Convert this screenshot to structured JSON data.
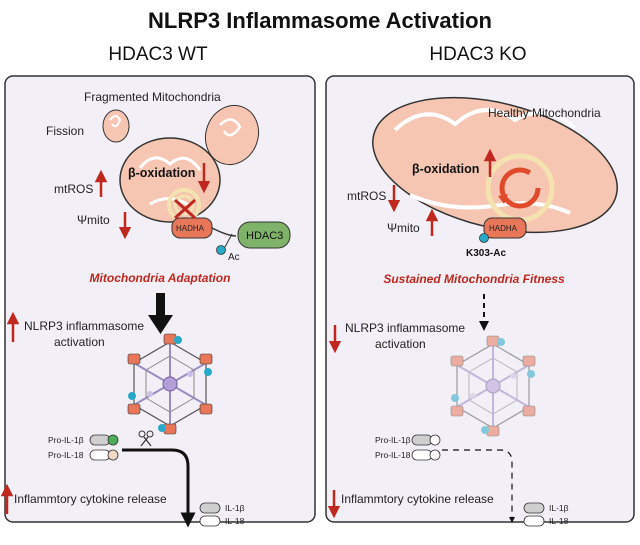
{
  "title": "NLRP3 Inflammasome Activation",
  "wt": {
    "heading": "HDAC3 WT",
    "fragmented": "Fragmented Mitochondria",
    "fission": "Fission",
    "beta_ox": "β-oxidation",
    "mtros": "mtROS",
    "psi": "Ψmito",
    "hadha": "HADHA",
    "hdac3": "HDAC3",
    "ac": "Ac",
    "adaptation": "Mitochondria Adaptation",
    "nlrp3_line1": "NLRP3 inflammasome",
    "nlrp3_line2": "activation",
    "pro_il1b": "Pro-IL-1β",
    "pro_il18": "Pro-IL-18",
    "cytokine": "Inflammtory cytokine release",
    "il1b": "IL-1β",
    "il18": "IL-18"
  },
  "ko": {
    "heading": "HDAC3 KO",
    "healthy": "Healthy Mitochondria",
    "beta_ox": "β-oxidation",
    "mtros": "mtROS",
    "psi": "Ψmito",
    "hadha": "HADHA",
    "k303": "K303-Ac",
    "fitness": "Sustained Mitochondria Fitness",
    "nlrp3_line1": "NLRP3 inflammasome",
    "nlrp3_line2": "activation",
    "pro_il1b": "Pro-IL-1β",
    "pro_il18": "Pro-IL-18",
    "cytokine": "Inflammtory cytokine release",
    "il1b": "IL-1β",
    "il18": "IL-18"
  },
  "colors": {
    "panel_bg": "#f2f0f6",
    "mito_fill": "#f6c6b2",
    "mito_stroke": "#333333",
    "hadha": "#e8775a",
    "hdac3": "#7fb36a",
    "arrow_red": "#c0271f",
    "ac_blue": "#29a9c9"
  }
}
